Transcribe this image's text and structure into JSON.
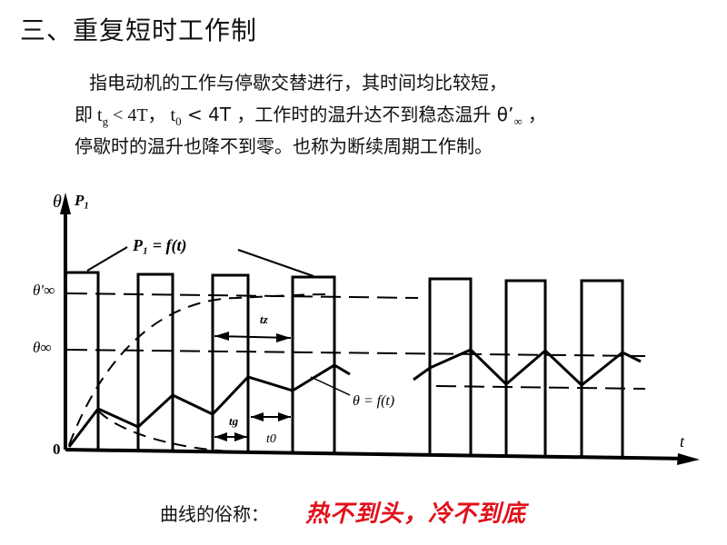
{
  "title": "三、重复短时工作制",
  "paragraph": {
    "line1": "指电动机的工作与停歇交替进行，其时间均比较短，",
    "line2_pre": "即 t",
    "line2_sub_g": "g",
    "line2_mid1": " < 4T，  t",
    "line2_sub_0": "0",
    "line2_mid2": " < 4T ，工作时的温升达不到稳态温升 θ’",
    "line2_sub_inf": "∞",
    "line2_post": " ，",
    "line3": "停歇时的温升也降不到零。也称为断续周期工作制。"
  },
  "diagram": {
    "y_axis_theta": "θ",
    "y_axis_p": "P₁",
    "x_axis": "t",
    "origin": "0",
    "theta_prime_inf": "θ′∞",
    "theta_inf": "θ∞",
    "pulse_label": "P₁ = f(t)",
    "curve_label": "θ = f(t)",
    "tz_label": "tz",
    "tg_label": "tg",
    "t0_label": "t0"
  },
  "caption": {
    "prefix": "曲线的俗称：",
    "highlight": "热不到头，冷不到底"
  }
}
